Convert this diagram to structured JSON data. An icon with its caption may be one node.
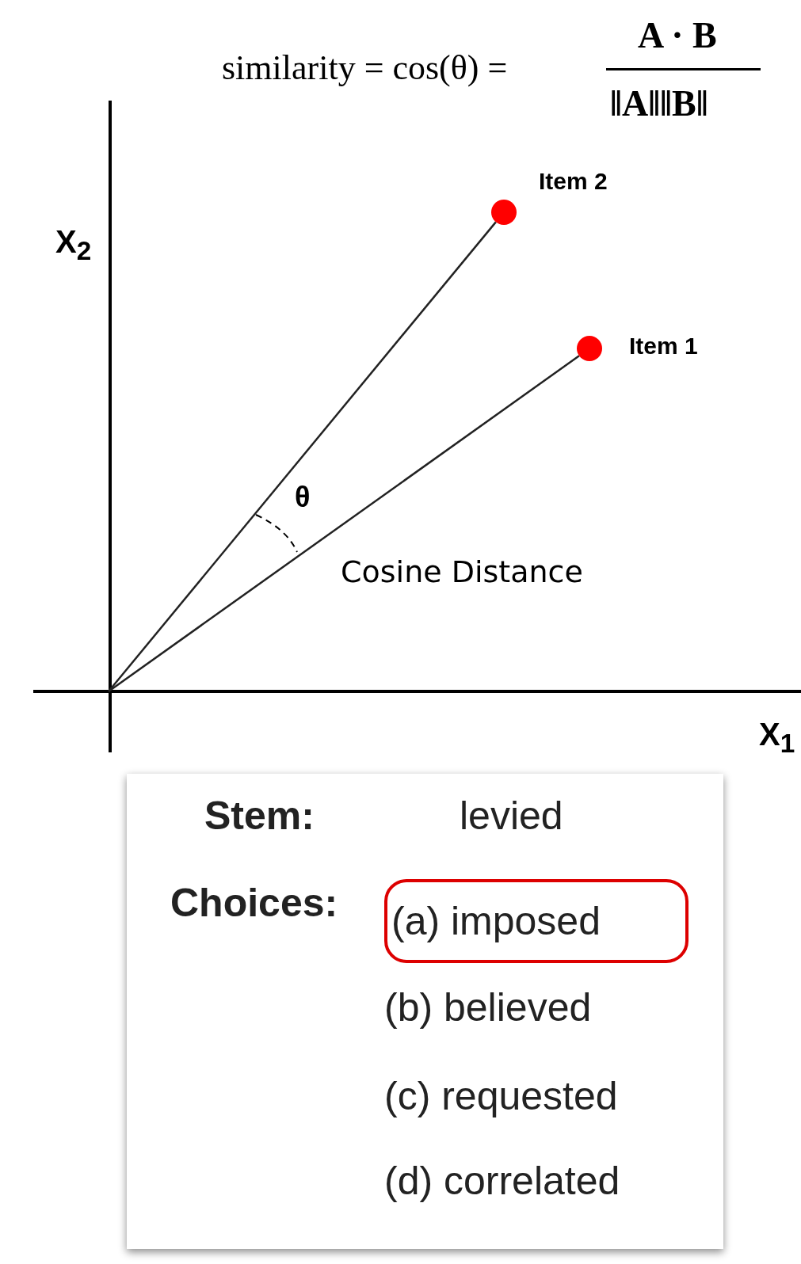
{
  "diagram": {
    "nodes": [
      {
        "text": [],
        "shape": "circle",
        "beside": [
          "Item 2"
        ]
      },
      {
        "text": [],
        "shape": "circle",
        "beside": [
          "Item 1"
        ]
      },
      {
        "text": [
          "Stem:",
          "levied",
          "Choices:",
          "(b) believed",
          "(c) requested",
          "(d) correlated"
        ]
      },
      {
        "text": [
          "(a) imposed"
        ],
        "in": 2
      }
    ],
    "edges": [
      {
        "from": null,
        "to": 0,
        "arrow": "none"
      },
      {
        "from": null,
        "to": 1,
        "arrow": "none"
      }
    ],
    "labels": [
      "similarity = cos(θ) =",
      "A · B",
      "‖A‖‖B‖",
      "X$_{2}$",
      "θ",
      "Cosine Distance",
      "X$_{1}$"
    ]
  }
}
